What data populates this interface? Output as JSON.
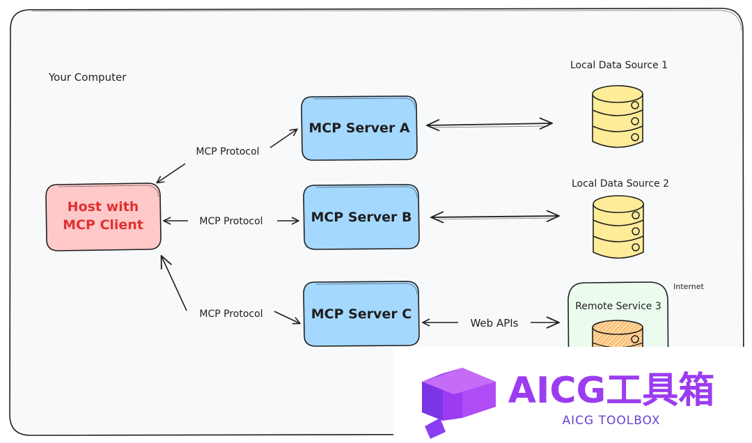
{
  "container": {
    "label": "Your Computer"
  },
  "host": {
    "line1": "Host with",
    "line2": "MCP Client"
  },
  "servers": {
    "a": "MCP Server A",
    "b": "MCP Server B",
    "c": "MCP Server C"
  },
  "protocol_labels": {
    "top": "MCP Protocol",
    "middle": "MCP Protocol",
    "bottom": "MCP Protocol"
  },
  "data_sources": {
    "one": "Local Data Source 1",
    "two": "Local Data Source 2"
  },
  "remote": {
    "label": "Remote Service 3",
    "internet": "Internet",
    "link": "Web APIs"
  },
  "watermark": {
    "title": "AICG工具箱",
    "subtitle": "AICG TOOLBOX"
  },
  "colors": {
    "server_fill": "#a5d8ff",
    "host_fill": "#ffc9c9",
    "host_text": "#e03131",
    "db_fill": "#ffec99",
    "remote_db_fill": "#ffd8a8",
    "watermark": "#9b3cf0"
  }
}
